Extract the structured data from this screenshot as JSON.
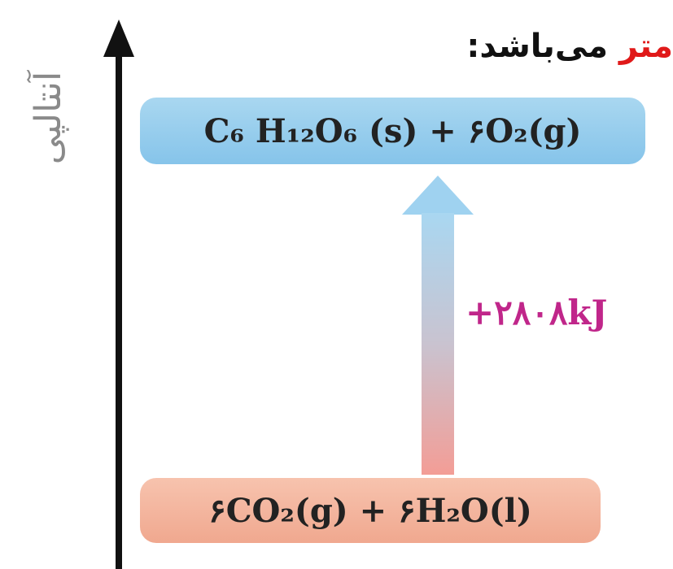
{
  "heading": {
    "red_part": "متر",
    "rest": "می‌باشد:"
  },
  "axis": {
    "label": "آنتالپی"
  },
  "upper_state": {
    "label": "C₆ H₁₂O₆ (s) + ۶O₂(g)"
  },
  "lower_state": {
    "label": "۶CO₂(g) + ۶H₂O(l)"
  },
  "enthalpy_change": {
    "label": "+۲۸۰۸kJ"
  },
  "colors": {
    "upper_box": "#86c4ea",
    "lower_box": "#f0a88f",
    "energy_text": "#c0268a",
    "heading_accent": "#e01919",
    "axis": "#111111"
  }
}
